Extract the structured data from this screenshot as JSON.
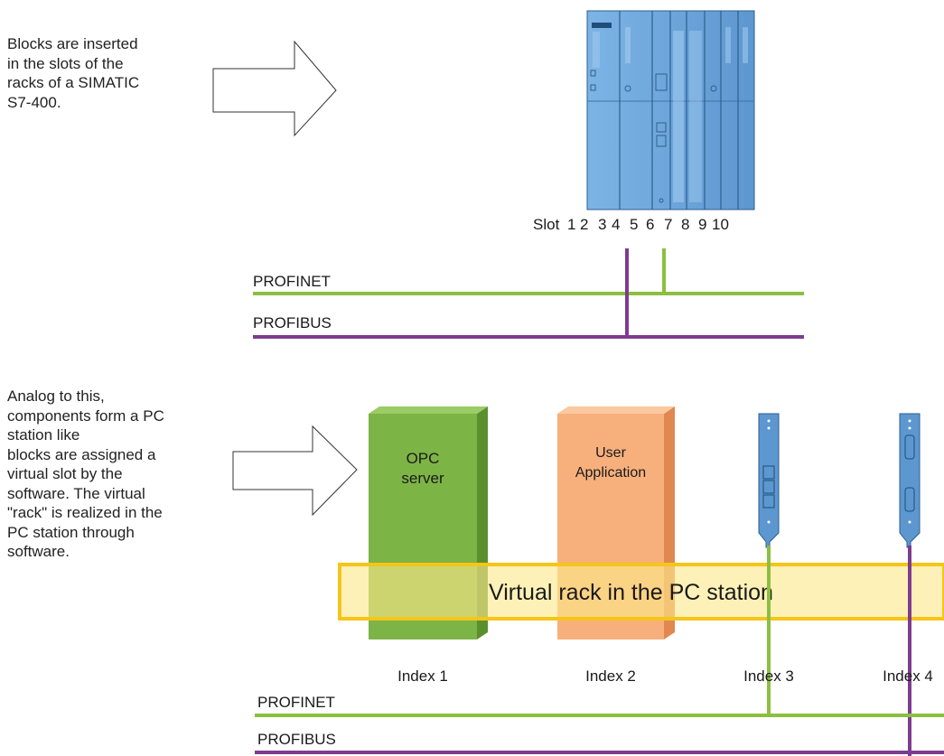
{
  "top_section": {
    "description_lines": [
      "Blocks are inserted",
      "in the slots of the",
      "racks of a SIMATIC",
      "S7-400."
    ],
    "slot_label": "Slot",
    "slot_numbers": [
      "1",
      "2",
      "3",
      "4",
      "5",
      "6",
      "7",
      "8",
      "9",
      "10"
    ],
    "network_labels": {
      "profinet": "PROFINET",
      "profibus": "PROFIBUS"
    }
  },
  "bottom_section": {
    "description_lines": [
      "Analog to this,",
      "components form a PC",
      "station like",
      "blocks are assigned a",
      "virtual slot by the",
      "software. The virtual",
      "\"rack\" is realized in the",
      "PC station through",
      "software."
    ],
    "components": {
      "opc_server": [
        "OPC",
        "server"
      ],
      "user_application": [
        "User",
        "Application"
      ]
    },
    "virtual_rack_label": "Virtual rack in the PC station",
    "index_labels": [
      "Index 1",
      "Index 2",
      "Index 3",
      "Index 4"
    ],
    "network_labels": {
      "profinet": "PROFINET",
      "profibus": "PROFIBUS"
    }
  },
  "colors": {
    "profinet": "#8cbf3f",
    "profibus": "#7d3c8f",
    "rack_blue": "#6fa8dc",
    "opc_green": "#7db446",
    "user_app_orange": "#f7b07c",
    "virtual_rack_yellow": "#fde98a",
    "virtual_rack_border": "#f5c518"
  }
}
